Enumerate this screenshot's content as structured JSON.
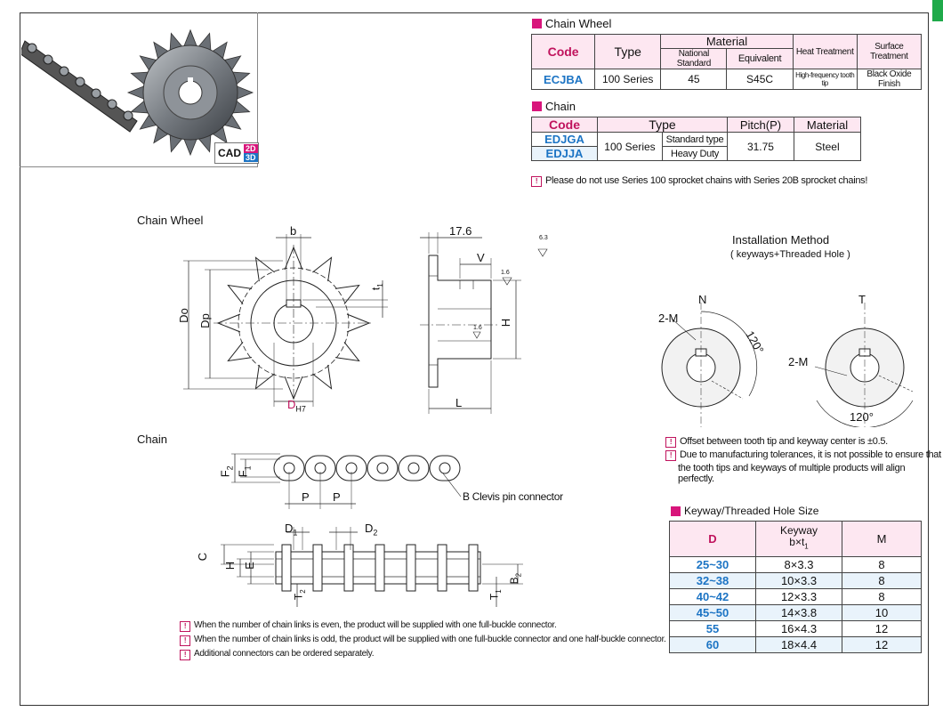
{
  "badge": {
    "cad": "CAD",
    "d2": "2D",
    "d3": "3D"
  },
  "chain_wheel_table": {
    "title": "Chain Wheel",
    "headers": {
      "code": "Code",
      "type": "Type",
      "material": "Material",
      "national": "National Standard",
      "equivalent": "Equivalent",
      "heat": "Heat Treatment",
      "surface": "Surface Treatment"
    },
    "row": {
      "code": "ECJBA",
      "type": "100 Series",
      "national": "45",
      "equivalent": "S45C",
      "heat": "High-frequency tooth tip",
      "surface": "Black Oxide Finish"
    }
  },
  "chain_table": {
    "title": "Chain",
    "headers": {
      "code": "Code",
      "type": "Type",
      "pitch": "Pitch(P)",
      "material": "Material"
    },
    "rows": [
      {
        "code": "EDJGA",
        "subtype": "Standard type"
      },
      {
        "code": "EDJJA",
        "subtype": "Heavy Duty"
      }
    ],
    "series": "100 Series",
    "pitch": "31.75",
    "material": "Steel",
    "warning": "Please do not use Series 100 sprocket chains with Series 20B sprocket chains!"
  },
  "drawing_wheel": {
    "title": "Chain Wheel",
    "b": "b",
    "t1": "t",
    "t1_sub": "1",
    "Do": "Do",
    "Dp": "Dp",
    "D": "D",
    "D_sub": "H7",
    "dim_176": "17.6",
    "V": "V",
    "H": "H",
    "L": "L",
    "rough63": "6.3",
    "rough16a": "1.6",
    "rough16b": "1.6"
  },
  "drawing_chain": {
    "title": "Chain",
    "F2": "F",
    "F2_sub": "2",
    "F1": "F",
    "F1_sub": "1",
    "P1": "P",
    "P2": "P",
    "connector": "B Clevis pin connector",
    "D1": "D",
    "D1_sub": "1",
    "D2": "D",
    "D2_sub": "2",
    "C": "C",
    "H": "H",
    "E": "E",
    "T2": "T",
    "T2_sub": "2",
    "T1": "T",
    "T1_sub": "1",
    "B2": "B",
    "B2_sub": "2"
  },
  "installation": {
    "title": "Installation Method",
    "subtitle": "( keyways+Threaded Hole )",
    "N": "N",
    "T": "T",
    "m_n": "2-M",
    "m_t": "2-M",
    "angle_n": "120°",
    "angle_t": "120°"
  },
  "install_notes": [
    "Offset between tooth tip and keyway center is ±0.5.",
    "Due to manufacturing tolerances, it is not possible to ensure that",
    "the tooth tips and keyways of multiple products will align perfectly."
  ],
  "keyway_table": {
    "title": "Keyway/Threaded Hole Size",
    "headers": {
      "d": "D",
      "keyway": "Keyway",
      "keyway_sub": "b×t",
      "keyway_sub2": "1",
      "m": "M"
    },
    "rows": [
      [
        "25~30",
        "8×3.3",
        "8"
      ],
      [
        "32~38",
        "10×3.3",
        "8"
      ],
      [
        "40~42",
        "12×3.3",
        "8"
      ],
      [
        "45~50",
        "14×3.8",
        "10"
      ],
      [
        "55",
        "16×4.3",
        "12"
      ],
      [
        "60",
        "18×4.4",
        "12"
      ]
    ]
  },
  "chain_notes": [
    "When the number of chain links is even, the product will be supplied with one full-buckle connector.",
    "When the number of chain links is odd, the product will be supplied with one full-buckle connector and one half-buckle connector.",
    "Additional connectors can be ordered separately."
  ],
  "colors": {
    "accent": "#d8157b",
    "code_blue": "#1c74c4",
    "side_tab": "#1faa4a"
  }
}
